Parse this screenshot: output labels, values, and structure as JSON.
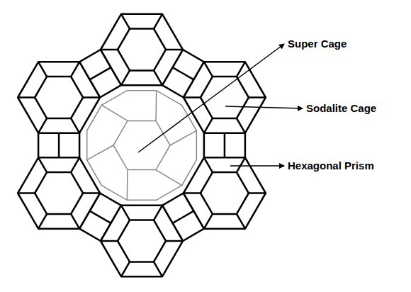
{
  "diagram": {
    "labels": [
      "Super Cage",
      "Sodalite Cage",
      "Hexagonal Prism"
    ]
  }
}
